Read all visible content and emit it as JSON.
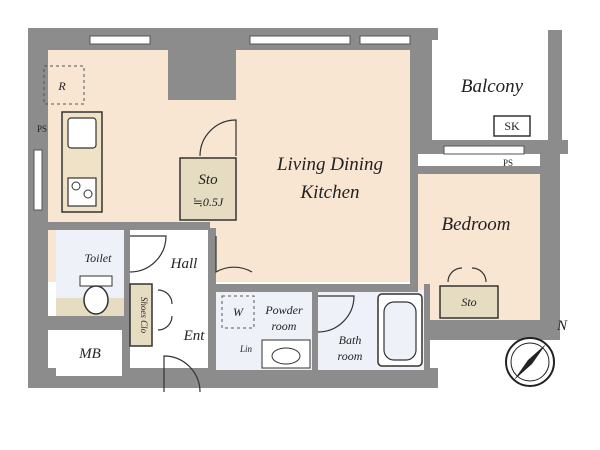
{
  "rooms": {
    "ldk_line1": "Living Dining",
    "ldk_line2": "Kitchen",
    "balcony": "Balcony",
    "bedroom": "Bedroom",
    "toilet": "Toilet",
    "hall": "Hall",
    "powder_line1": "Powder",
    "powder_line2": "room",
    "bath_line1": "Bath",
    "bath_line2": "room",
    "mb": "MB",
    "ent": "Ent",
    "shoes": "Shoes Clo",
    "sto_ldk": "Sto",
    "sto_ldk_size": "≒0.5J",
    "sto_bed": "Sto",
    "r": "R",
    "ps_left": "PS",
    "ps_right": "PS",
    "sk": "SK",
    "w": "W",
    "lin": "Lin"
  },
  "compass": {
    "north": "N"
  },
  "colors": {
    "wall": "#8c8c8c",
    "floor_wood": "#f8e6d2",
    "floor_wet": "#eef2f8",
    "storage": "#e6dcc2",
    "line": "#333333"
  }
}
